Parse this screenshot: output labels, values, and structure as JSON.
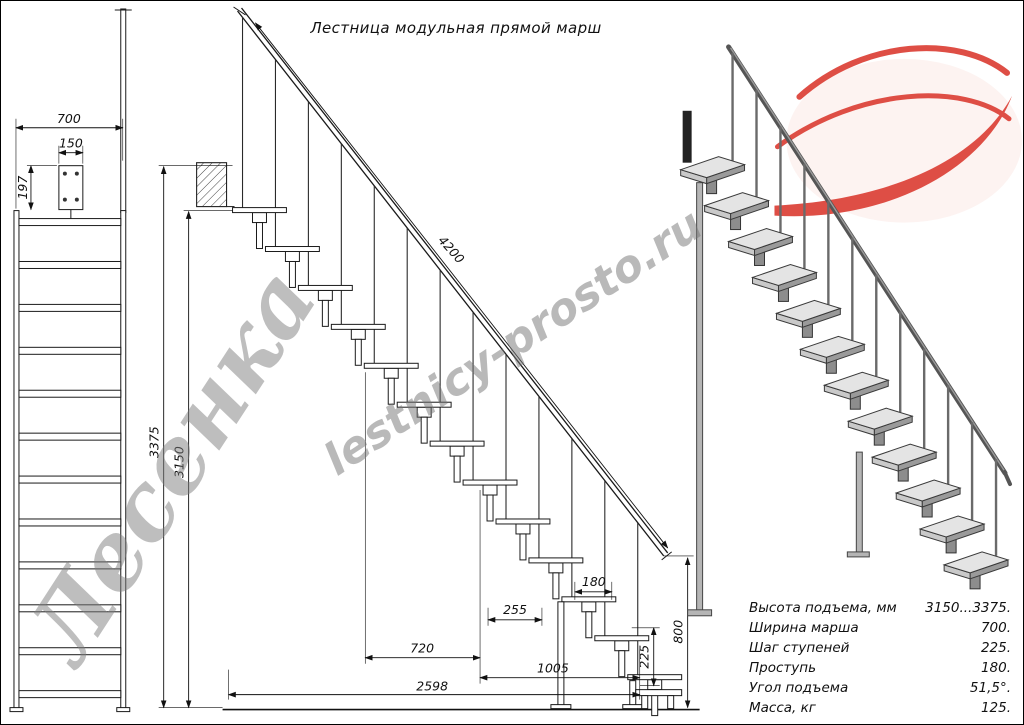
{
  "title": "Лестница модульная прямой марш",
  "watermarks": {
    "brand": "Лесенка",
    "site": "lestnicy-prosto.ru"
  },
  "dims": {
    "d700": "700",
    "d150": "150",
    "d197": "197",
    "d3375": "3375",
    "d3150": "3150",
    "d4200": "4200",
    "d720": "720",
    "d2598": "2598",
    "d1005": "1005",
    "d255": "255",
    "d180": "180",
    "d225": "225",
    "d800": "800"
  },
  "spec": {
    "rows": [
      {
        "label": "Высота подъема, мм",
        "value": "3150...3375."
      },
      {
        "label": "Ширина марша",
        "value": "700."
      },
      {
        "label": "Шаг ступеней",
        "value": "225."
      },
      {
        "label": "Проступь",
        "value": "180."
      },
      {
        "label": "Угол подъема",
        "value": "51,5°."
      },
      {
        "label": "Масса, кг",
        "value": "125."
      }
    ]
  },
  "colors": {
    "line": "#1a1a1a",
    "red": "#d93025",
    "watermark": "#7d7d7d"
  }
}
